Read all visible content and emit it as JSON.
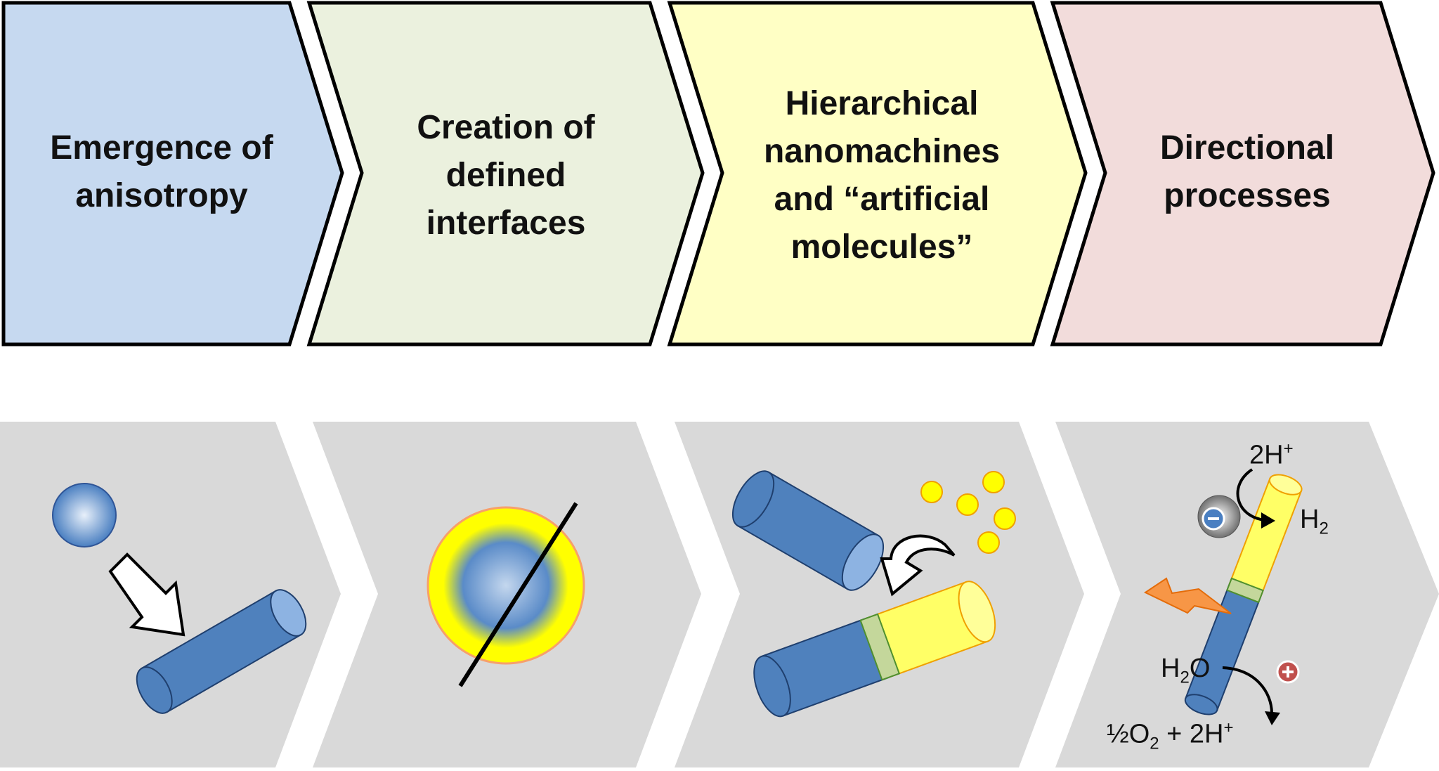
{
  "steps": [
    {
      "label": "Emergence of anisotropy",
      "color": "#c6d9f0"
    },
    {
      "label": "Creation of defined interfaces",
      "color": "#ebf1de"
    },
    {
      "label": "Hierarchical nanomachines and “artificial molecules”",
      "color": "#ffffc5"
    },
    {
      "label": "Directional processes",
      "color": "#f2dcdb"
    }
  ],
  "panel_color": "#d9d9d9",
  "colors": {
    "rod_blue": "#4f81bd",
    "gold_yellow": "#ffff66",
    "spark_orange": "#f79646",
    "minus_blue": "#4a7fc1",
    "plus_red": "#c0504d"
  },
  "icons": [
    "sphere-icon",
    "cylinder-icon",
    "core-shell-particle-icon",
    "gold-nanoparticle-icon",
    "curved-arrow-icon",
    "lightning-icon",
    "minus-icon",
    "plus-icon"
  ],
  "reactions": {
    "reduction_reactant": {
      "main": "2H",
      "sup": "+"
    },
    "reduction_product": {
      "main": "H",
      "sub": "2"
    },
    "oxidation_reactant": {
      "pre": "H",
      "sub": "2",
      "post": "O"
    },
    "oxidation_product": {
      "pre": "½O",
      "sub": "2",
      "post": " + 2H",
      "sup": "+"
    }
  }
}
